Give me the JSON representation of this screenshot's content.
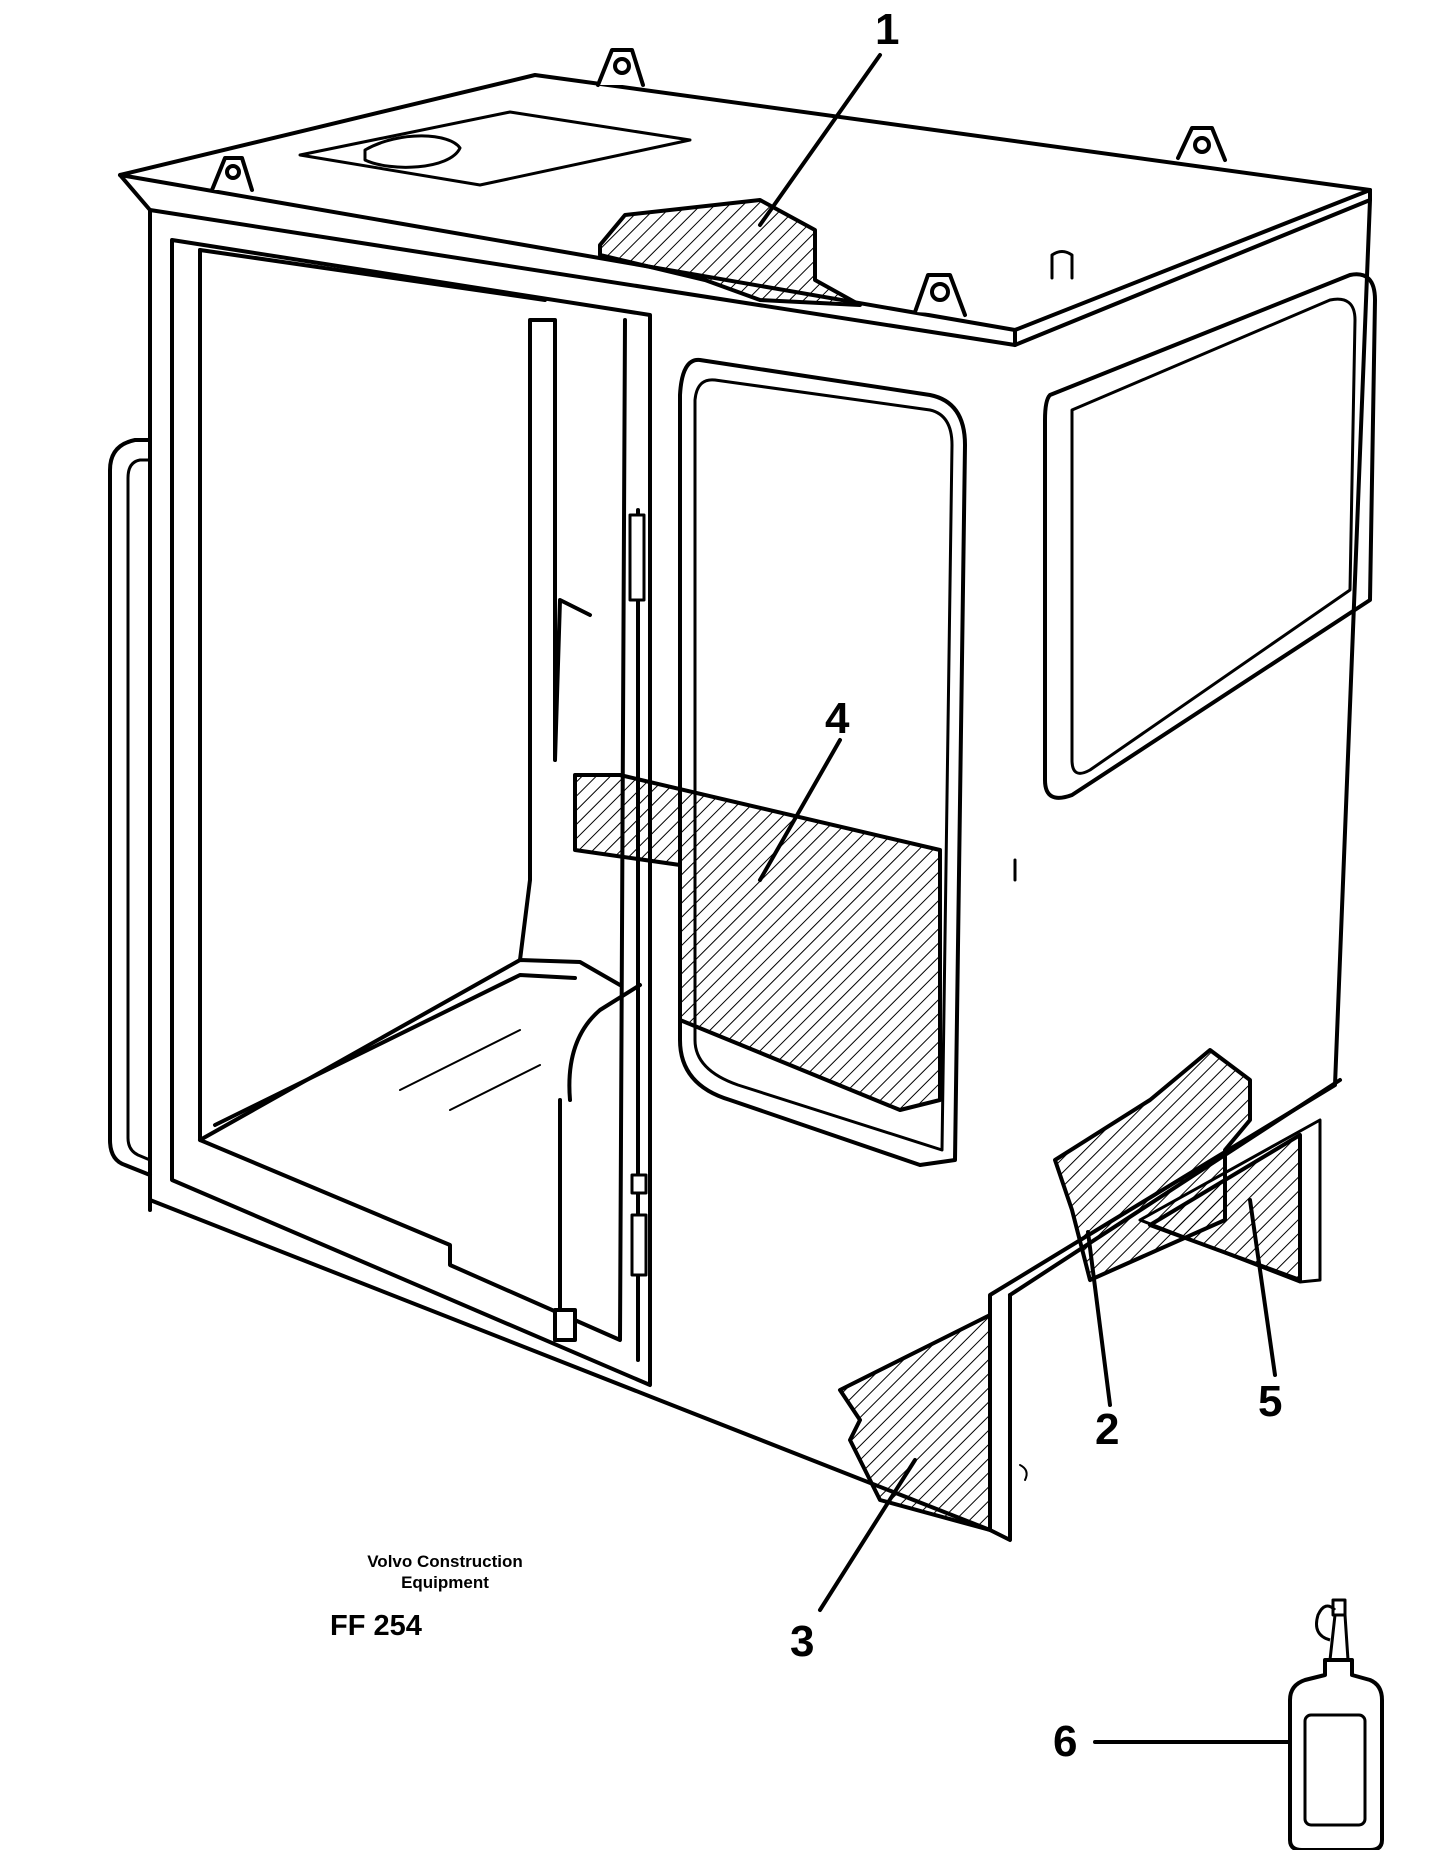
{
  "figure": {
    "publisher_line1": "Volvo Construction",
    "publisher_line2": "Equipment",
    "code": "FF 254"
  },
  "callouts": {
    "c1": "1",
    "c2": "2",
    "c3": "3",
    "c4": "4",
    "c5": "5",
    "c6": "6"
  },
  "colors": {
    "line": "#000000",
    "background": "#ffffff"
  },
  "icons": {
    "cab": "operator-cab-illustration",
    "bottle": "adhesive-bottle-icon"
  }
}
